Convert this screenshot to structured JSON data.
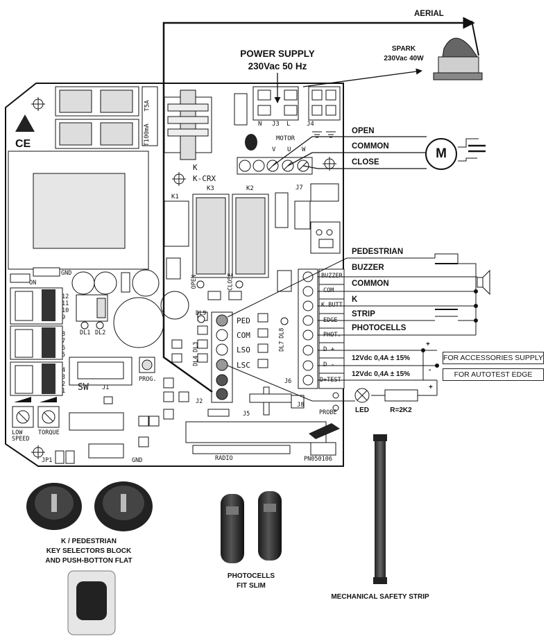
{
  "labels": {
    "aerial": "AERIAL",
    "spark": "SPARK",
    "spark_rating": "230Vac 40W",
    "power_supply": "POWER SUPPLY",
    "power_rating": "230Vac 50 Hz",
    "open": "OPEN",
    "common_motor": "COMMON",
    "close": "CLOSE",
    "motor_symbol": "M",
    "pedestrian": "PEDESTRIAN",
    "buzzer": "BUZZER",
    "common_aux": "COMMON",
    "k": "K",
    "strip": "STRIP",
    "photocells": "PHOTOCELLS",
    "supply_12v_1": "12Vdc 0,4A ± 15%",
    "supply_12v_2": "12Vdc 0,4A ± 15%",
    "for_accessories": "FOR ACCESSORIES SUPPLY",
    "for_autotest": "FOR AUTOTEST EDGE",
    "led": "LED",
    "resistor": "R=2K2",
    "plus1": "+",
    "plus2": "+",
    "minus1": "-"
  },
  "board": {
    "fuse1": "T5A",
    "fuse2": "T100mA",
    "ce": "CE",
    "n": "N",
    "j3": "J3",
    "l": "L",
    "j4": "J4",
    "motor": "MOTOR",
    "v": "V",
    "u": "U",
    "w": "W",
    "k_mark": "K",
    "kcrx": "K-CRX",
    "k3": "K3",
    "k2": "K2",
    "k1": "K1",
    "j7": "J7",
    "gnd_top": "GND",
    "on": "ON",
    "dip": [
      "12",
      "11",
      "10",
      "9",
      "8",
      "7",
      "6",
      "5",
      "4",
      "3",
      "2",
      "1"
    ],
    "dl1": "DL1",
    "dl2": "DL2",
    "dl9": "DL9",
    "open_led": "OPEN",
    "close_led": "CLOSE",
    "ped": "PED",
    "com": "COM",
    "lso": "LSO",
    "lsc": "LSC",
    "dl8": "DL8",
    "dl7": "DL7",
    "dl3": "DL3",
    "dl4": "DL4",
    "term_buzzer": "BUZZER",
    "term_com": "COM",
    "term_kbutt": "K.BUTT.",
    "term_edge": "EDGE",
    "term_phot": "PHOT.",
    "term_dplus": "D +",
    "term_dminus": "D -",
    "term_dtest": "D+TEST",
    "j6": "J6",
    "sw": "SW",
    "j1": "J1",
    "prog": "PROG.",
    "j2": "J2",
    "j8": "J8",
    "j5": "J5",
    "probe": "PROBE",
    "low_speed": "LOW SPEED",
    "torque": "TORQUE",
    "jp1": "JP1",
    "gnd_bottom": "GND",
    "radio": "RADIO",
    "pn": "PN050106"
  },
  "accessories": {
    "keys_title_1": "K / PEDESTRIAN",
    "keys_title_2": "KEY SELECTORS BLOCK",
    "keys_title_3": "AND PUSH-BOTTON FLAT",
    "photocells_1": "PHOTOCELLS",
    "photocells_2": "FIT SLIM",
    "strip": "MECHANICAL SAFETY STRIP"
  },
  "colors": {
    "line": "#111111",
    "board": "#ffffff",
    "component": "#d9d9d9",
    "dark": "#333333"
  }
}
